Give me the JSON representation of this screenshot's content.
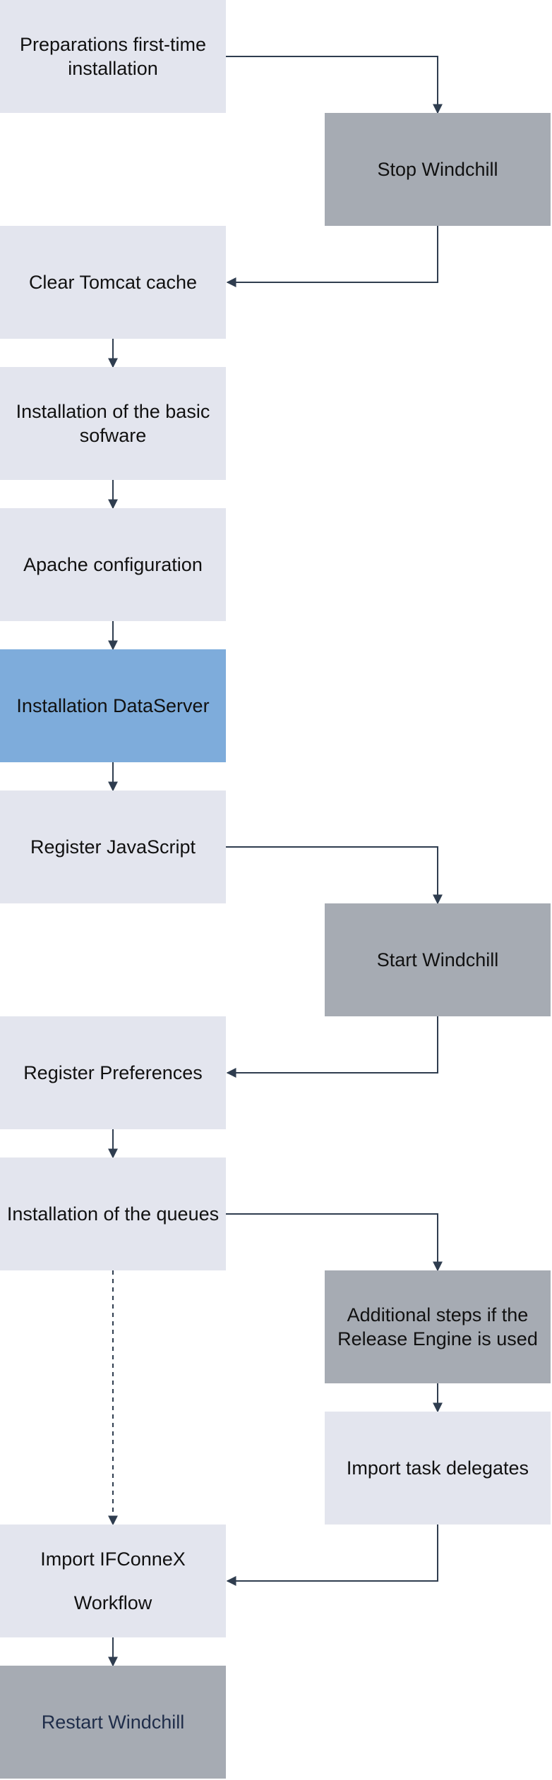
{
  "colors": {
    "step": "#e3e5ee",
    "windchill_step": "#a6abb3",
    "highlight_step": "#7eacdb",
    "connector": "#2f3d4f"
  },
  "nodes": {
    "prep": "Preparations first-time installation",
    "stop": "Stop Windchill",
    "tomcat": "Clear Tomcat cache",
    "basic_software": "Installation of the basic sofware",
    "apache": "Apache configuration",
    "dataserver": "Installation DataServer",
    "javascript": "Register JavaScript",
    "start": "Start Windchill",
    "preferences": "Register Preferences",
    "queues": "Installation of the queues",
    "release_engine": "Additional steps if the Release Engine is used",
    "task_delegates": "Import task delegates",
    "workflow_line1": "Import IFConneX",
    "workflow_line2": "Workflow",
    "restart": "Restart Windchill"
  }
}
